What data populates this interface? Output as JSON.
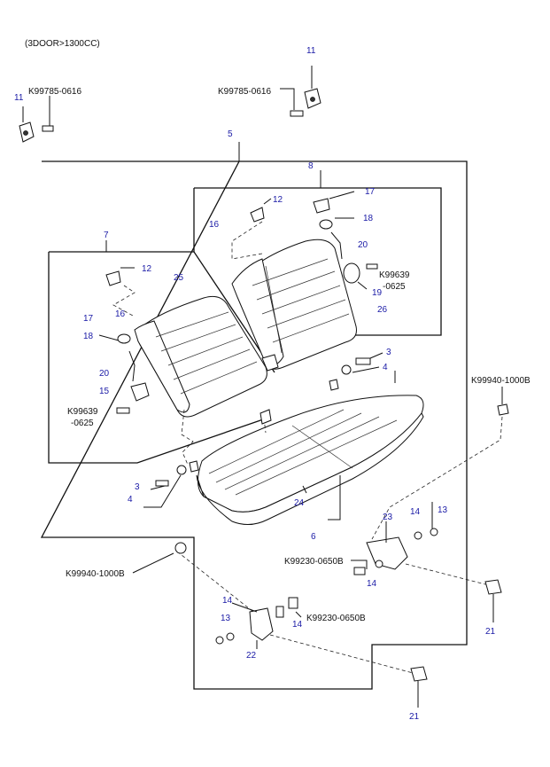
{
  "header": {
    "variant": "(3DOOR>1300CC)"
  },
  "codes": {
    "k99785_left": "K99785-0616",
    "k99785_right": "K99785-0616",
    "k99639_a": "K99639",
    "k99639_a2": "-0625",
    "k99639_b": "K99639",
    "k99639_b2": "-0625",
    "k99940_right": "K99940-1000B",
    "k99940_left": "K99940-1000B",
    "k99230_a": "K99230-0650B",
    "k99230_b": "K99230-0650B"
  },
  "callouts": {
    "c11_left": "11",
    "c11_right": "11",
    "c5": "5",
    "c8": "8",
    "c12_right": "12",
    "c17_right": "17",
    "c16_right": "16",
    "c18_right": "18",
    "c20_right": "20",
    "c19": "19",
    "c26": "26",
    "c7": "7",
    "c12_left": "12",
    "c25": "25",
    "c17_left": "17",
    "c16_left": "16",
    "c18_left": "18",
    "c20_left": "20",
    "c15": "15",
    "c3_top": "3",
    "c4_top": "4",
    "c3_bot": "3",
    "c4_bot": "4",
    "c24": "24",
    "c6": "6",
    "c23": "23",
    "c14_a": "14",
    "c13_a": "13",
    "c14_b": "14",
    "c14_c": "14",
    "c13_b": "13",
    "c14_d": "14",
    "c22": "22",
    "c21_a": "21",
    "c21_b": "21"
  },
  "colors": {
    "callout": "#1a1aa6",
    "ink": "#111111"
  }
}
